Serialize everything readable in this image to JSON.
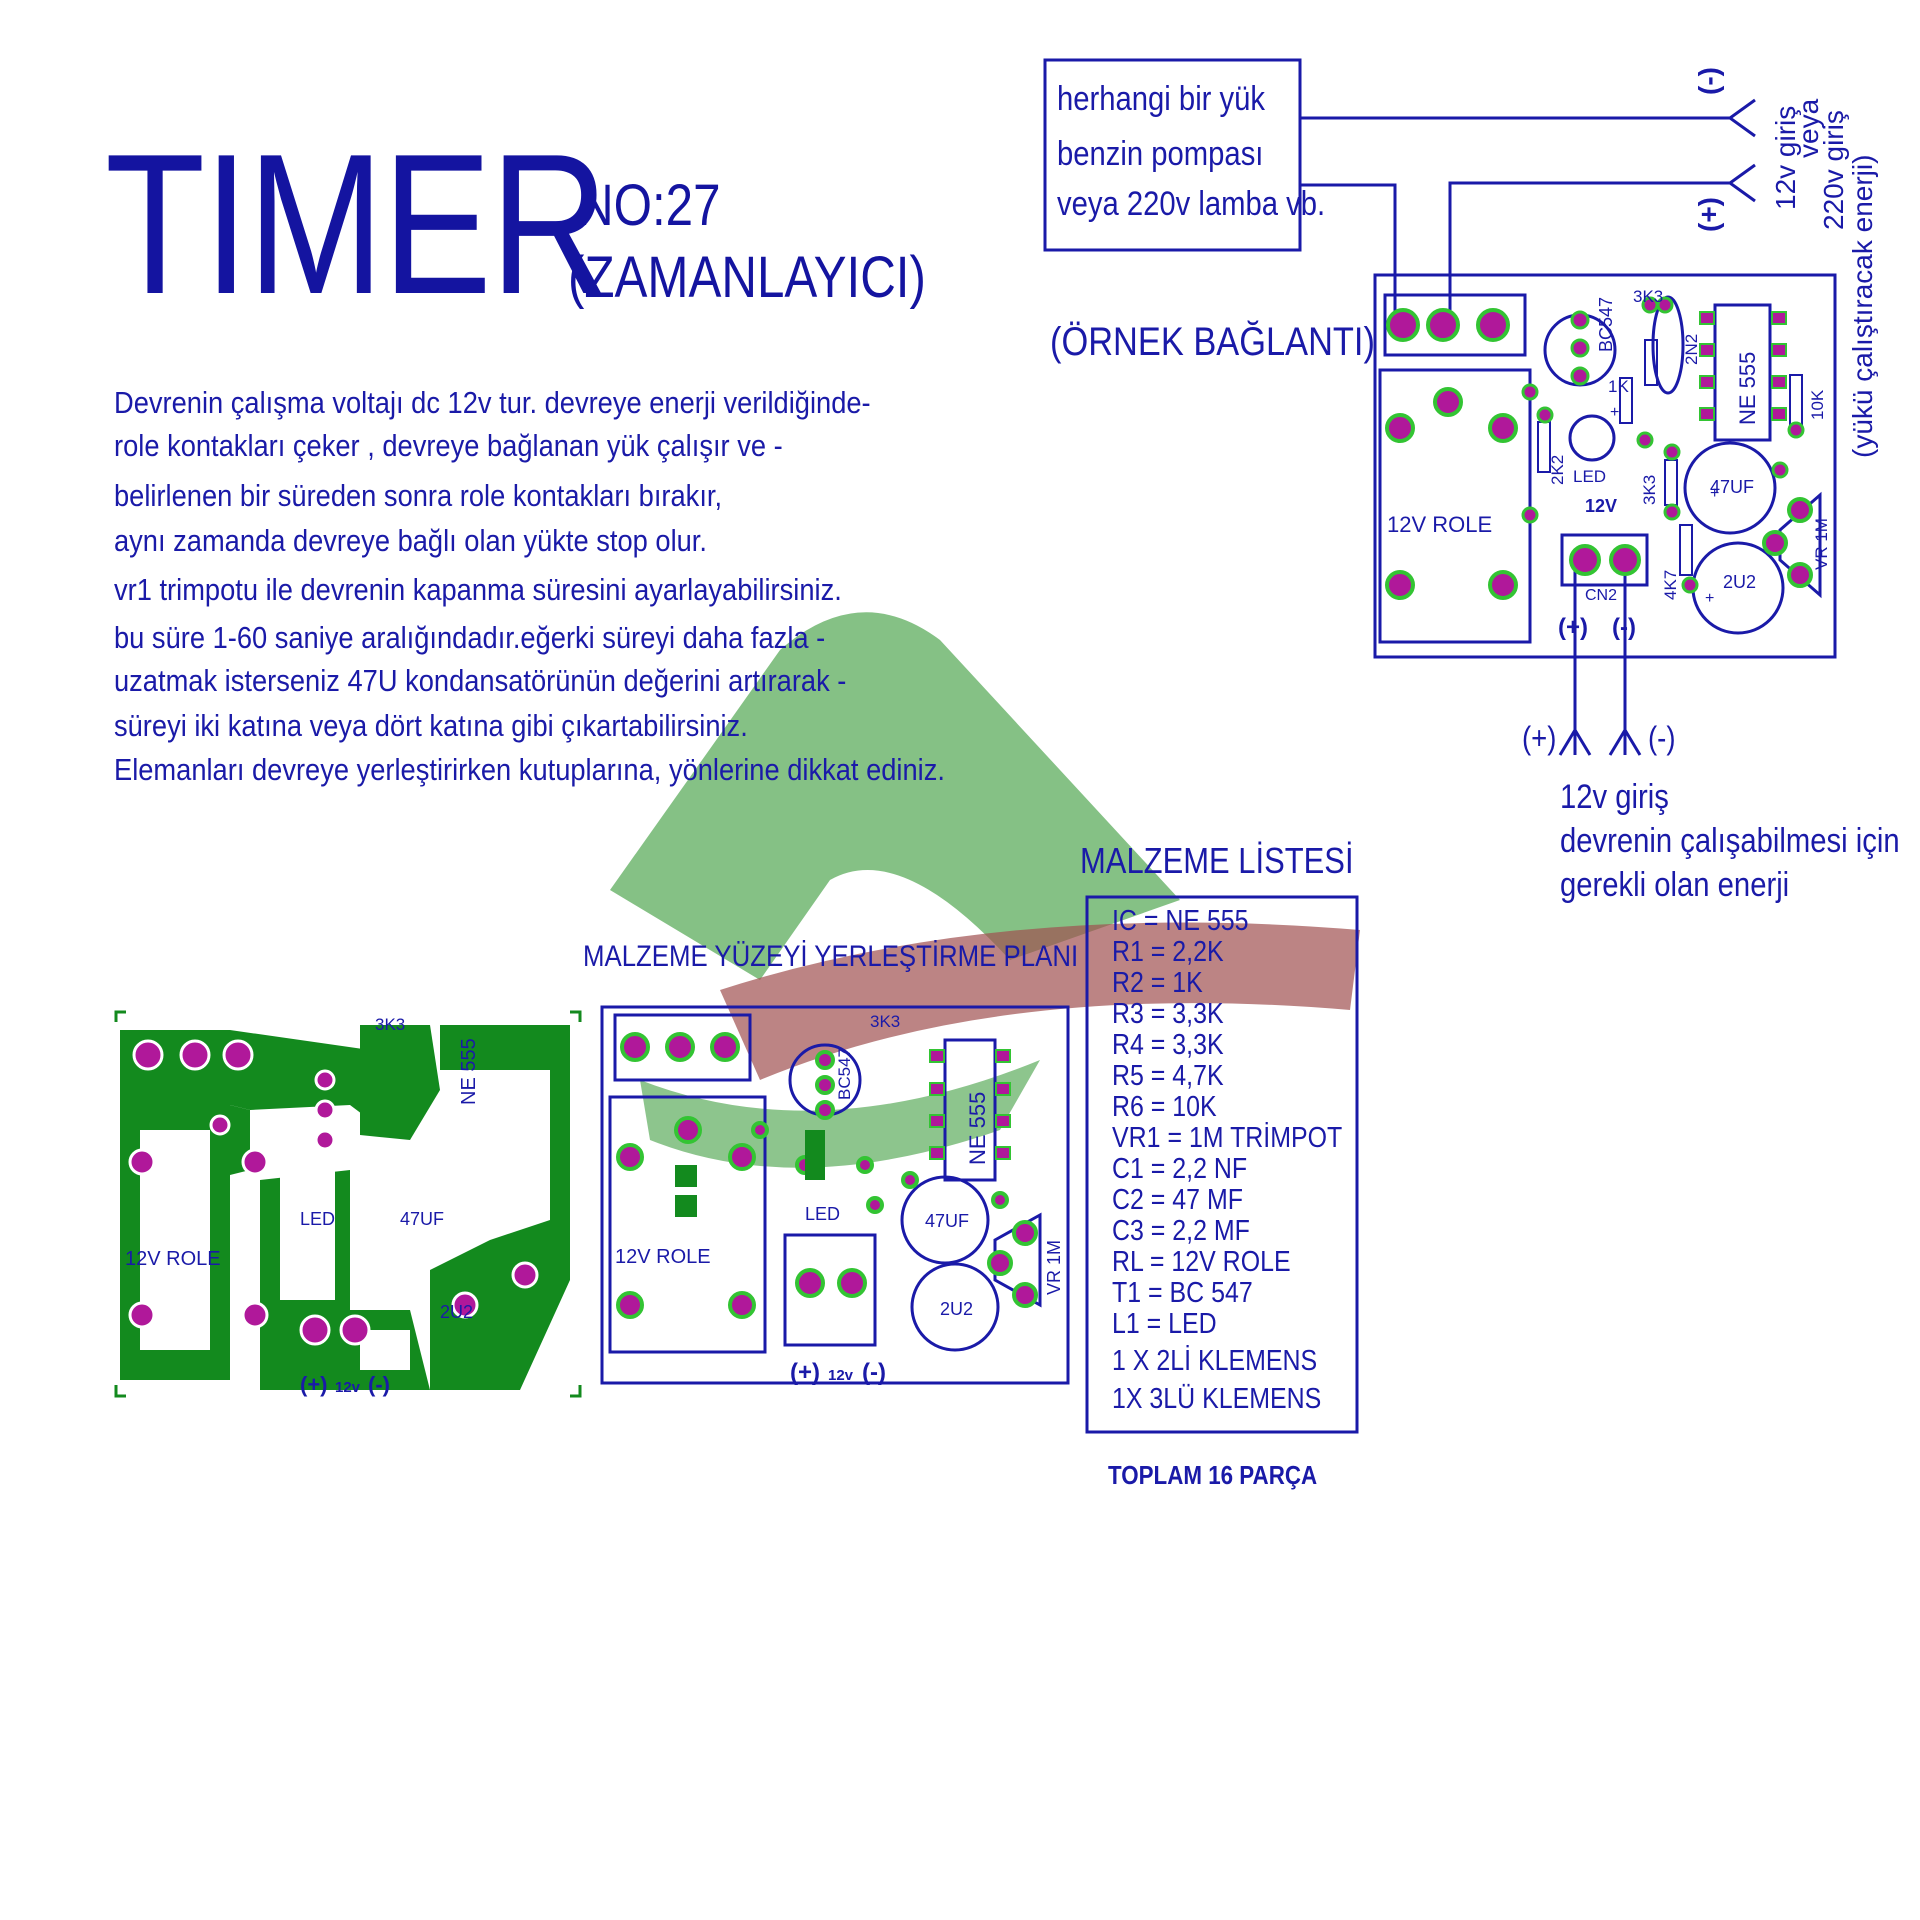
{
  "title": {
    "main": "TIMER",
    "number": "NO:27",
    "subtitle": "(ZAMANLAYICI)"
  },
  "description": [
    "Devrenin çalışma voltajı dc 12v tur. devreye enerji verildiğinde-",
    "role kontakları çeker , devreye  bağlanan  yük çalışır ve -",
    "belirlenen bir süreden sonra  role kontakları bırakır,",
    "aynı zamanda devreye bağlı olan yükte stop olur.",
    "vr1 trimpotu ile devrenin kapanma süresini ayarlayabilirsiniz.",
    "bu süre 1-60 saniye aralığındadır.eğerki süreyi daha fazla -",
    "uzatmak isterseniz 47U kondansatörünün değerini artırarak -",
    "süreyi iki katına veya dört katına gibi çıkartabilirsiniz.",
    "Elemanları devreye yerleştirirken kutuplarına, yönlerine dikkat ediniz."
  ],
  "load_box": {
    "lines": [
      "herhangi bir yük",
      "benzin pompası",
      "veya 220v lamba vb."
    ]
  },
  "example_label": "(ÖRNEK BAĞLANTI)",
  "load_input": {
    "minus": "(-)",
    "plus": "(+)",
    "lines": [
      "12v giriş",
      "veya",
      "220v giriş",
      "(yükü çalıştıracak enerji)"
    ]
  },
  "supply_input": {
    "plus": "(+)",
    "minus": "(-)",
    "lines": [
      "12v giriş",
      "devrenin çalışabilmesi için",
      "gerekli olan enerji"
    ]
  },
  "component_labels": {
    "relay": "12V ROLE",
    "transistor": "BC547",
    "r_3k3": "3K3",
    "c_2n2": "2N2",
    "ic": "NE 555",
    "r_1k": "1K",
    "r_10k": "10K",
    "r_2k2": "2K2",
    "led": "LED",
    "r_4k7": "4K7",
    "c_47uf": "47UF",
    "c_2u2": "2U2",
    "trimpot": "VR 1M",
    "supply": "12V",
    "connector": "CN2",
    "plus": "(+)",
    "minus": "(-)",
    "v12": "12v",
    "pol_plus": "+"
  },
  "placement_title": "MALZEME YÜZEYİ YERLEŞTİRME PLANI",
  "materials": {
    "title": "MALZEME LİSTESİ",
    "items": [
      "IC   = NE 555",
      "R1   = 2,2K",
      "R2   = 1K",
      "R3   = 3,3K",
      "R4   = 3,3K",
      "R5   = 4,7K",
      "R6   = 10K",
      "VR1 = 1M TRİMPOT",
      "C1   = 2,2 NF",
      "C2   = 47 MF",
      "C3   = 2,2 MF",
      "RL  = 12V ROLE",
      "T1   = BC 547",
      "L1   = LED",
      "1 X 2Lİ KLEMENS",
      "1X 3LÜ KLEMENS"
    ],
    "total": "TOPLAM 16 PARÇA"
  },
  "colors": {
    "text": "#1a1aa8",
    "pad": "#b0189a",
    "pad_ring": "#33c433",
    "copper": "#138a1e",
    "watermark_green": "#5cac5c",
    "watermark_red": "#a05050"
  }
}
